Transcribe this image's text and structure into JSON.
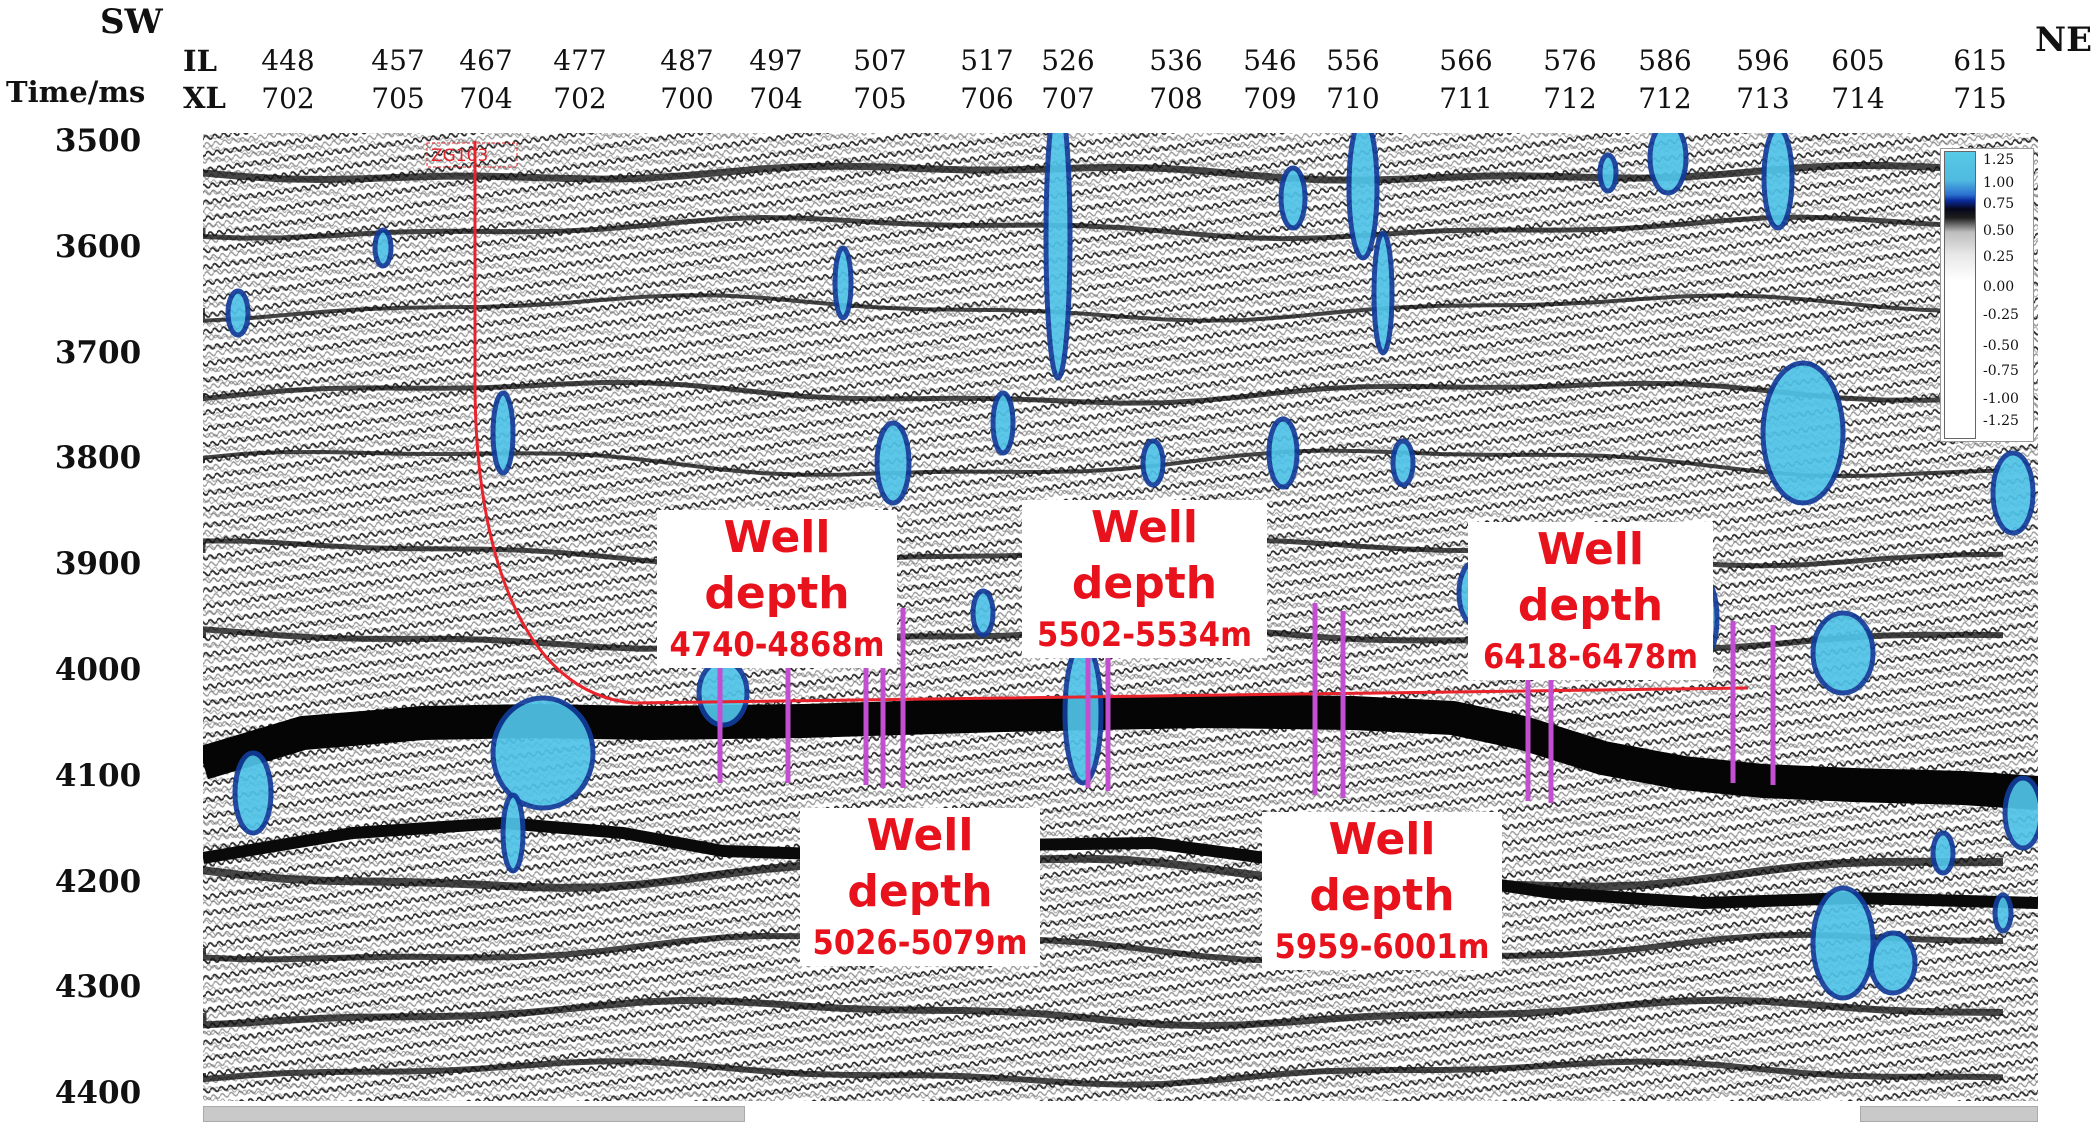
{
  "directions": {
    "left": "SW",
    "right": "NE"
  },
  "axis": {
    "il_key": "IL",
    "xl_key": "XL",
    "time_key": "Time/ms"
  },
  "columns": [
    {
      "il": "448",
      "xl": "702"
    },
    {
      "il": "457",
      "xl": "705"
    },
    {
      "il": "467",
      "xl": "704"
    },
    {
      "il": "477",
      "xl": "702"
    },
    {
      "il": "487",
      "xl": "700"
    },
    {
      "il": "497",
      "xl": "704"
    },
    {
      "il": "507",
      "xl": "705"
    },
    {
      "il": "517",
      "xl": "706"
    },
    {
      "il": "526",
      "xl": "707"
    },
    {
      "il": "536",
      "xl": "708"
    },
    {
      "il": "546",
      "xl": "709"
    },
    {
      "il": "556",
      "xl": "710"
    },
    {
      "il": "566",
      "xl": "711"
    },
    {
      "il": "576",
      "xl": "712"
    },
    {
      "il": "586",
      "xl": "712"
    },
    {
      "il": "596",
      "xl": "713"
    },
    {
      "il": "605",
      "xl": "714"
    },
    {
      "il": "615",
      "xl": "715"
    }
  ],
  "time_ticks": [
    "3500",
    "3600",
    "3700",
    "3800",
    "3900",
    "4000",
    "4100",
    "4200",
    "4300",
    "4400"
  ],
  "well_name": "ZG103",
  "callouts": [
    {
      "title": "Well depth",
      "range": "4740-4868m"
    },
    {
      "title": "Well depth",
      "range": "5026-5079m"
    },
    {
      "title": "Well depth",
      "range": "5502-5534m"
    },
    {
      "title": "Well depth",
      "range": "5959-6001m"
    },
    {
      "title": "Well depth",
      "range": "6418-6478m"
    }
  ],
  "colorbar": {
    "labels": [
      "1.25",
      "1.00",
      "0.75",
      "0.50",
      "0.25",
      "0.00",
      "-0.25",
      "-0.50",
      "-0.75",
      "-1.00",
      "-1.25"
    ]
  },
  "colors": {
    "trajectory": "#e8232b",
    "intervals": "#c24fd0",
    "anomaly": "#4fc3e8",
    "anomaly_edge": "#123c9a",
    "callout_text": "#e8121c"
  }
}
